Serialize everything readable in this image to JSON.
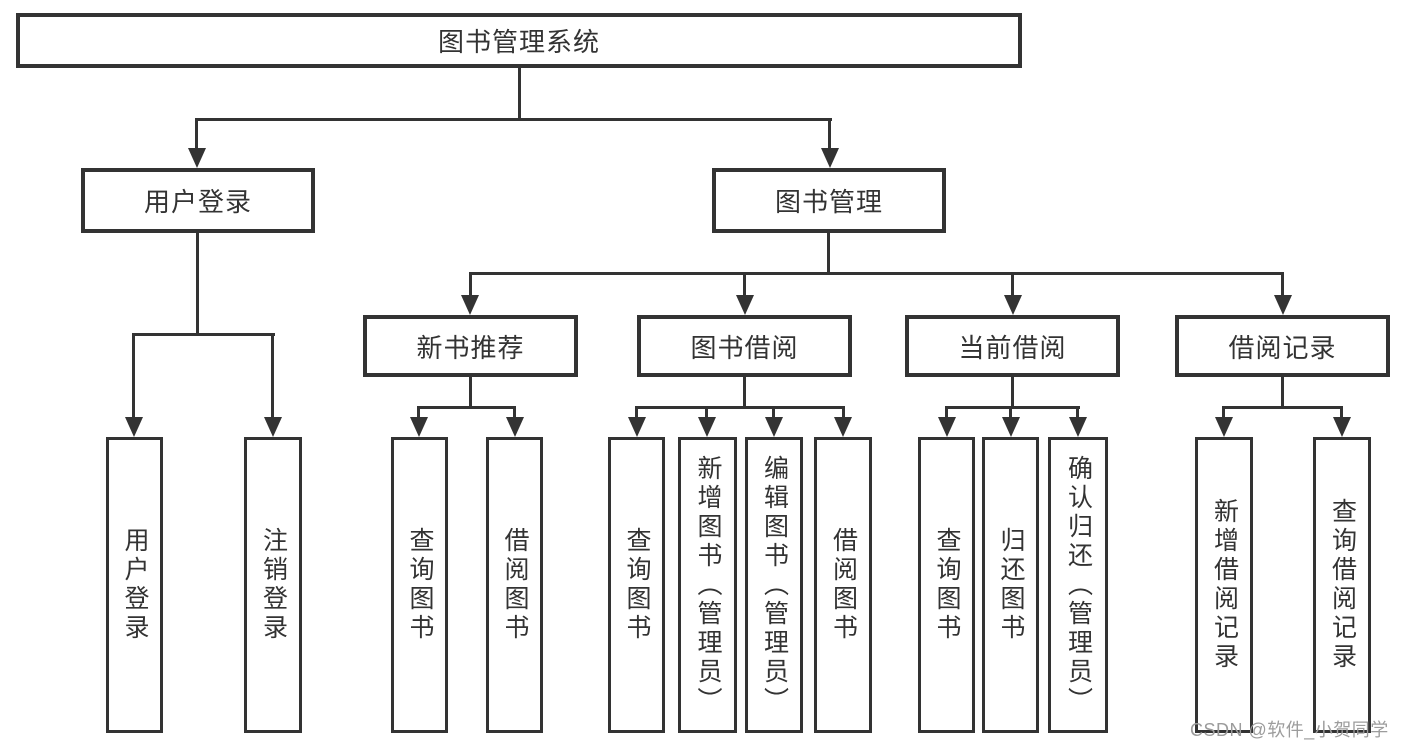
{
  "tree": {
    "root": {
      "label": "图书管理系统",
      "children": [
        {
          "label": "用户登录",
          "children": [
            {
              "label": "用户登录"
            },
            {
              "label": "注销登录"
            }
          ]
        },
        {
          "label": "图书管理",
          "children": [
            {
              "label": "新书推荐",
              "children": [
                {
                  "label": "查询图书"
                },
                {
                  "label": "借阅图书"
                }
              ]
            },
            {
              "label": "图书借阅",
              "children": [
                {
                  "label": "查询图书"
                },
                {
                  "label": "新增图书（管理员）"
                },
                {
                  "label": "编辑图书（管理员）"
                },
                {
                  "label": "借阅图书"
                }
              ]
            },
            {
              "label": "当前借阅",
              "children": [
                {
                  "label": "查询图书"
                },
                {
                  "label": "归还图书"
                },
                {
                  "label": "确认归还（管理员）"
                }
              ]
            },
            {
              "label": "借阅记录",
              "children": [
                {
                  "label": "新增借阅记录"
                },
                {
                  "label": "查询借阅记录"
                }
              ]
            }
          ]
        }
      ]
    }
  },
  "watermark": "CSDN @软件_小贺同学",
  "colors": {
    "line": "#333333",
    "text": "#333333",
    "watermark": "#9c9c9c",
    "background": "#ffffff"
  }
}
